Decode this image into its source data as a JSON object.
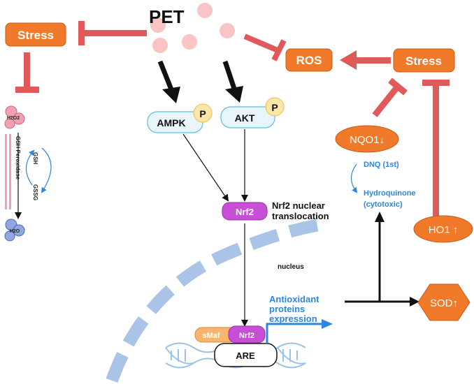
{
  "title": "PET",
  "nodes": {
    "stress_left": "Stress",
    "stress_right": "Stress",
    "ros": "ROS",
    "nqo1": "NQO1↓",
    "ho1": "HO1 ↑",
    "sod": "SOD↑",
    "ampk": "AMPK",
    "akt": "AKT",
    "phospho": "P",
    "nrf2": "Nrf2",
    "smaf": "sMaf",
    "are": "ARE"
  },
  "labels": {
    "nrf2_translocation_line1": "Nrf2 nuclear",
    "nrf2_translocation_line2": "translocation",
    "nucleus": "nucleus",
    "antioxidant_line1": "Antioxidant",
    "antioxidant_line2": "proteins",
    "antioxidant_line3": "expression",
    "dnq": "DNQ (1st)",
    "hydroquinone_line1": "Hydroquinone",
    "hydroquinone_line2": "(cytotoxic)",
    "h2o2": "H2O2",
    "h2o": "H2O",
    "gsh_peroxidase": "GSH Peroxidase",
    "gsh": "GSH",
    "gssg": "GSSG"
  },
  "colors": {
    "orange": "#f07a2a",
    "inhibit_red": "#e05a5a",
    "nrf2_purple": "#c64fd6",
    "kinase_fill": "#e8f6fb",
    "kinase_stroke": "#5bbfe0",
    "p_yellow": "#fde7a8",
    "nucleus_blue": "#a9c4e6",
    "text_blue": "#2e86de",
    "pet_dots": "#f9c4c4"
  }
}
